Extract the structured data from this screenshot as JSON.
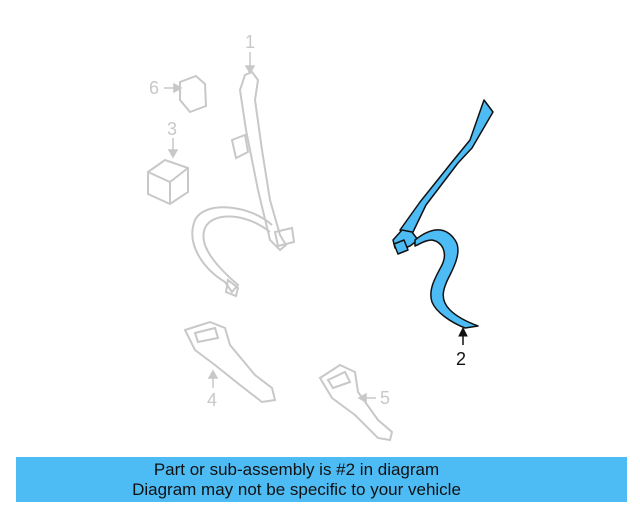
{
  "diagram": {
    "callouts": [
      {
        "number": "1",
        "part": "upper-belt",
        "highlighted": false
      },
      {
        "number": "2",
        "part": "highlighted-belt",
        "highlighted": true
      },
      {
        "number": "3",
        "part": "retractor-box",
        "highlighted": false
      },
      {
        "number": "4",
        "part": "buckle-left",
        "highlighted": false
      },
      {
        "number": "5",
        "part": "buckle-right",
        "highlighted": false
      },
      {
        "number": "6",
        "part": "cover",
        "highlighted": false
      }
    ],
    "colors": {
      "highlight": "#4dbcf5",
      "faded_part": "#c8c8c8",
      "outline": "#111111"
    }
  },
  "banner": {
    "line1": "Part or sub-assembly is #2 in diagram",
    "line2": "Diagram may not be specific to your vehicle"
  }
}
